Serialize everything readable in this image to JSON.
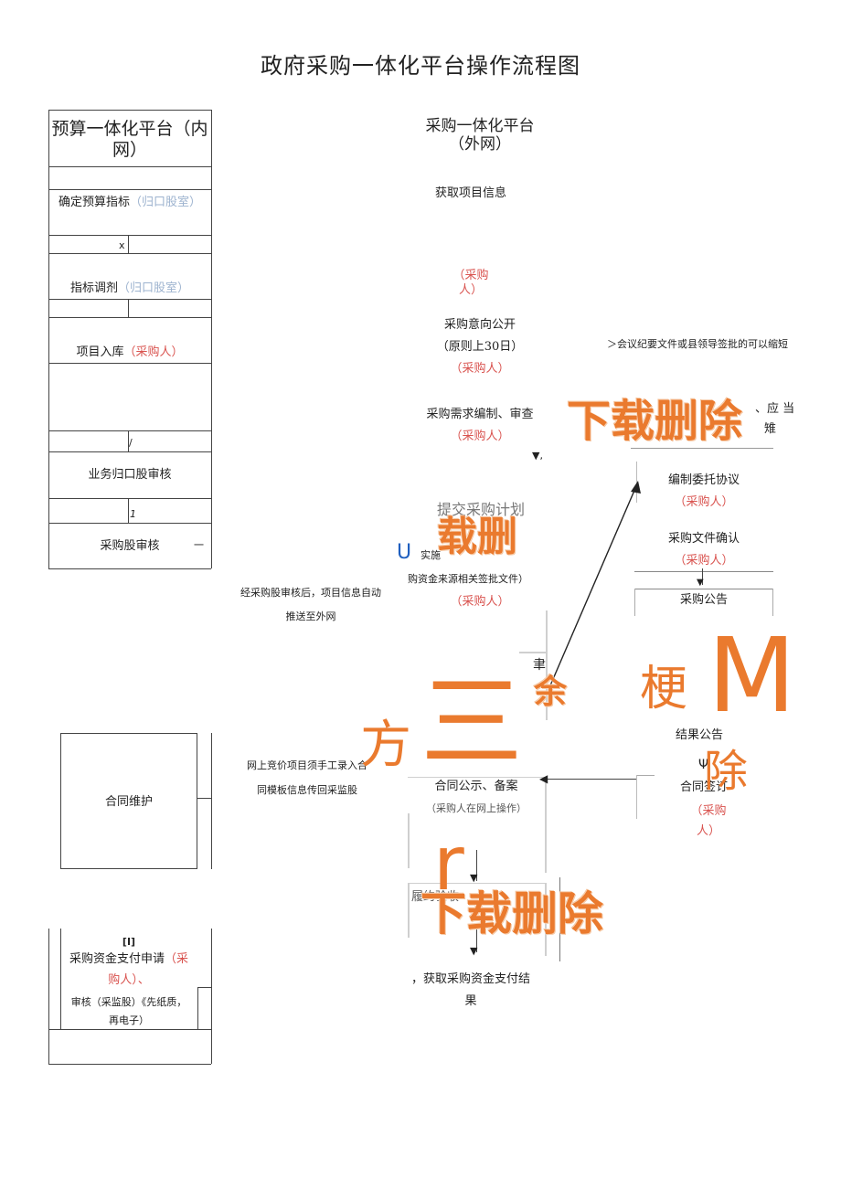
{
  "title": "政府采购一体化平台操作流程图",
  "left": {
    "header_line1": "预算一体化平台（内",
    "header_line2": "网）",
    "step1": "确定预算指标",
    "step1_who": "（归口股室）",
    "mark_x": "x",
    "step2": "指标调剂",
    "step2_who": "（归口股室）",
    "step3": "项目入库",
    "step3_who": "（采购人）",
    "mark_slash": "/",
    "step4": "业务归口股审核",
    "mark_1": "1",
    "step5": "采购股审核",
    "dash": "一"
  },
  "right": {
    "header_line1": "采购一体化平台",
    "header_line2": "（外网）",
    "get_info": "获取项目信息",
    "who1a": "（采购",
    "who1b": "人）",
    "intent_line1": "采购意向公开",
    "intent_line2": "（原则上30日）",
    "intent_who": "（采购人）",
    "intent_note": "＞会议纪要文件或县领导签批的可以缩短",
    "demand": "采购需求编制、审查",
    "demand_who": "（采购人）",
    "arrow_mark": "▼,",
    "partial_right_top": "、应  当",
    "partial_right_2": "雉",
    "entrust": "编制委托协议",
    "entrust_who": "（采购人）",
    "doc_confirm": "采购文件确认",
    "doc_confirm_who": "（采购人）",
    "announce": "采购公告",
    "plan_partial": "提交采购计划",
    "plan_line2": "实施",
    "plan_line3": "购资金来源相关签批文件）",
    "plan_who": "（采购人）",
    "u_mark": "U",
    "auto_line1": "经采购股审核后，项目信息自动",
    "auto_line2": "推送至外网",
    "result": "结果公告",
    "psi": "Ψ",
    "sign": "合同签订",
    "sign_who_a": "（采购",
    "sign_who_b": "人）",
    "contract_publish": "合同公示、备案",
    "contract_publish_sub": "（采购人在网上操作）",
    "bidding_line1": "网上竞价项目须手工录入合",
    "bidding_line2": "同模板信息传回采监股",
    "accept_partial": "履约验收",
    "payresult_line1": "，获取采购资金支付结",
    "payresult_line2": "果",
    "side_mark": "聿"
  },
  "contract_box": "合同维护",
  "pay": {
    "mark": "[I]",
    "line1": "采购资金支付申请",
    "line1_who": "（采",
    "line2": "购人）、",
    "line3": "审核（采监股）《先纸质，",
    "line4": "再电子）"
  },
  "watermarks": {
    "wm1": "下载删除",
    "wm2": "载删",
    "wm3": "三",
    "wm4": "方",
    "wm5": "余",
    "wm6": "梗",
    "wm7": "M",
    "wm8": "除",
    "wm9": "r",
    "wm10": "下载删除"
  },
  "colors": {
    "watermark": "#ea7a2e",
    "role_red": "#d9534f",
    "role_blue": "#9db3cf"
  }
}
